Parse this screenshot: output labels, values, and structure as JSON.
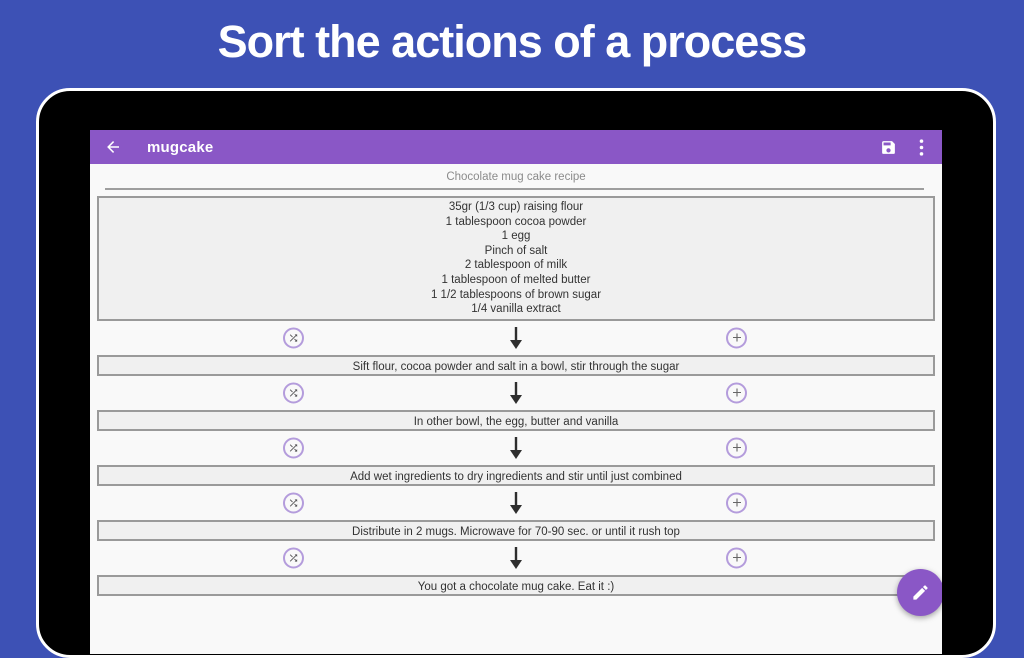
{
  "banner": {
    "title": "Sort the actions of a process"
  },
  "app": {
    "toolbar": {
      "title": "mugcake",
      "icons": [
        "back-arrow",
        "save-floppy",
        "overflow-menu"
      ]
    },
    "recipe": {
      "title": "Chocolate mug cake recipe",
      "ingredients": [
        "35gr (1/3 cup) raising flour",
        "1 tablespoon cocoa powder",
        "1 egg",
        "Pinch of salt",
        "2 tablespoon of milk",
        "1 tablespoon of melted butter",
        "1 1/2 tablespoons of brown sugar",
        "1/4 vanilla extract"
      ],
      "steps": [
        "Sift flour, cocoa powder and salt in a bowl, stir through the sugar",
        "In other bowl, the egg, butter and vanilla",
        "Add wet ingredients to dry ingredients and stir until just combined",
        "Distribute in 2 mugs. Microwave for 70-90 sec. or until it rush top",
        "You got a chocolate mug cake. Eat it :)"
      ],
      "connector_icons": [
        "swap-shuffle",
        "down-arrow",
        "add-plus"
      ],
      "fab_icon": "edit-pencil"
    },
    "colors": {
      "background_blue": "#3D51B5",
      "toolbar_purple": "#8A57C6",
      "accent_purple": "#8A57C6",
      "circle_border": "#B49CDC"
    }
  }
}
